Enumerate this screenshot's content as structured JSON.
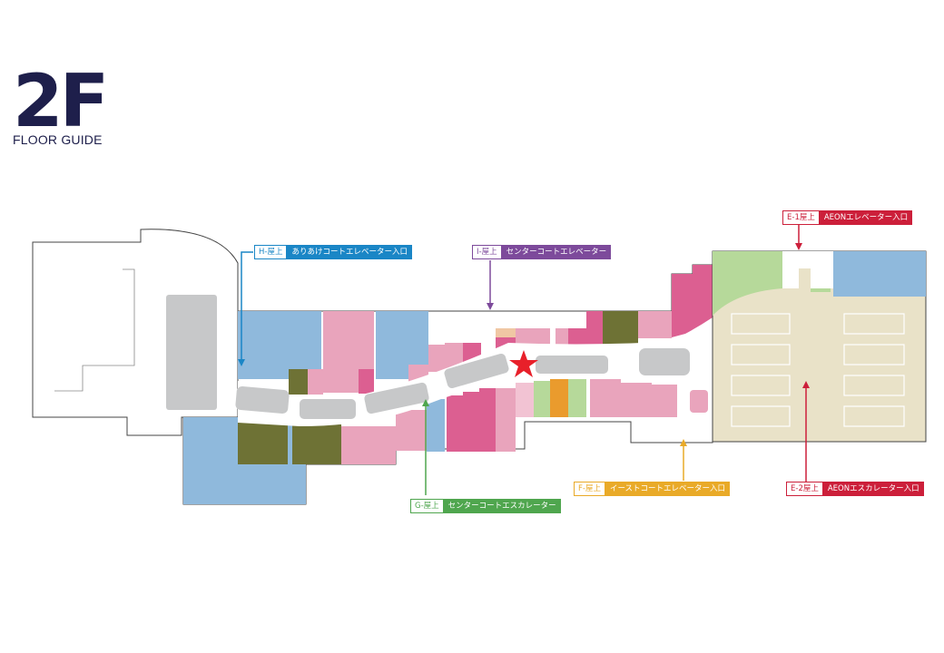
{
  "floor": {
    "number": "2F",
    "subtitle": "FLOOR GUIDE"
  },
  "markers": {
    "h": {
      "tag": "H-屋上",
      "text": "ありあけコートエレベーター入口",
      "color": "#1a86c6"
    },
    "i": {
      "tag": "I-屋上",
      "text": "センターコートエレベーター",
      "color": "#7d4a9b"
    },
    "e1": {
      "tag": "E-1屋上",
      "text": "AEONエレベーター入口",
      "color": "#cc1f3a"
    },
    "g": {
      "tag": "G-屋上",
      "text": "センターコートエスカレーター",
      "color": "#4fa64e"
    },
    "f": {
      "tag": "F-屋上",
      "text": "イーストコートエレベーター入口",
      "color": "#e9aa28"
    },
    "e2": {
      "tag": "E-2屋上",
      "text": "AEONエスカレーター入口",
      "color": "#cc1f3a"
    }
  },
  "legend_colors": {
    "blue": "#8fb9dc",
    "pink": "#e9a4bc",
    "magenta": "#dc5f91",
    "olive": "#6e7235",
    "light_green": "#b6d99a",
    "orange": "#ea9b2d",
    "beige": "#e9e2c8",
    "gray": "#c7c8c9",
    "star": "#e8202a"
  }
}
